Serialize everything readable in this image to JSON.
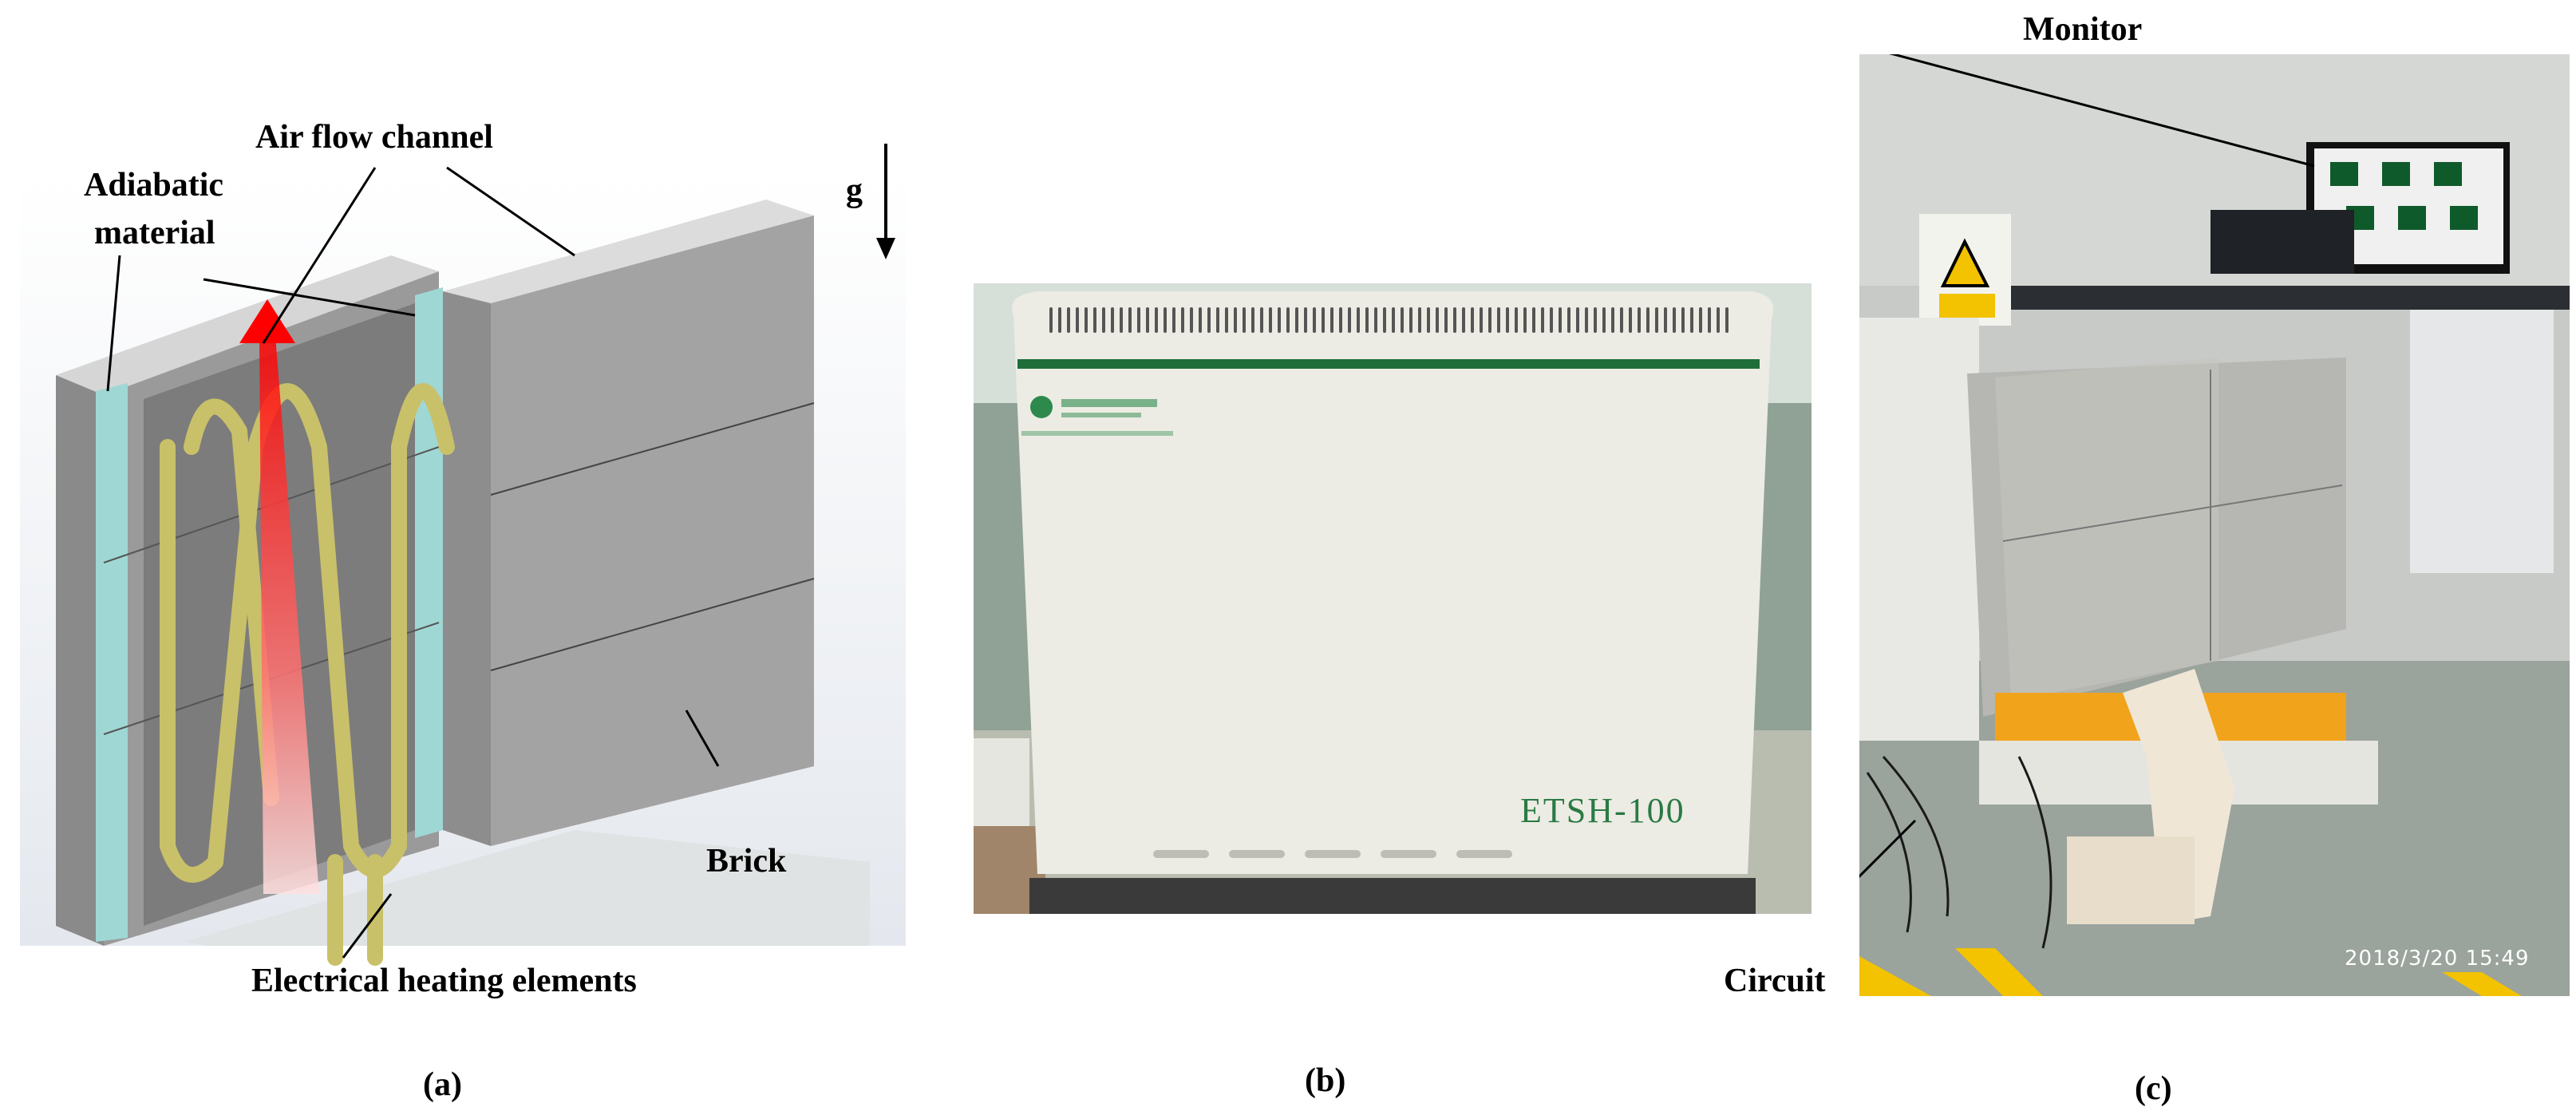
{
  "figure": {
    "panel_a": {
      "caption": "(a)",
      "labels": {
        "air_flow_channel": "Air flow channel",
        "adiabatic_line1": "Adiabatic",
        "adiabatic_line2": "material",
        "gravity": "g",
        "brick": "Brick",
        "heating": "Electrical heating elements"
      }
    },
    "panel_b": {
      "caption": "(b)",
      "device_model": "ETSH-100"
    },
    "panel_c": {
      "caption": "(c)",
      "labels": {
        "monitor": "Monitor",
        "circuit": "Circuit"
      },
      "timestamp": "2018/3/20  15:49"
    }
  }
}
